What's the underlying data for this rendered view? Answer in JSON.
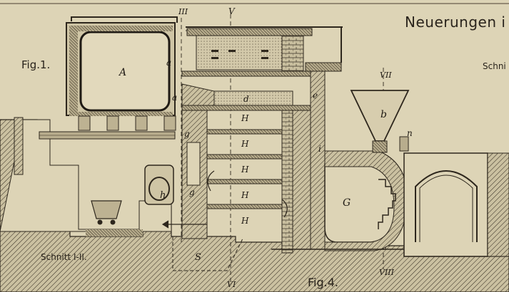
{
  "document": {
    "heading": "Neuerungen i",
    "figure_left": "Fig.1.",
    "figure_bottom": "Fig.4.",
    "section_left": "Schnitt I-II.",
    "section_right": "Schni"
  },
  "markers": {
    "iii": "III",
    "v": "V",
    "vi": "VI",
    "vii": "VII",
    "viii": "VIII"
  },
  "parts": {
    "A": "A",
    "a_upper": "a",
    "a_lower": "a",
    "d": "d",
    "e": "e",
    "b": "b",
    "i": "i",
    "n": "n",
    "G": "G",
    "g_upper": "g",
    "g_lower": "g",
    "h": "h",
    "S": "S",
    "H1": "H",
    "H2": "H",
    "H3": "H",
    "H4": "H",
    "H5": "H"
  },
  "colors": {
    "paper": "#ddd4b6",
    "ink": "#2a241c",
    "masonry": "#a39879",
    "ground": "#b6ab8a"
  }
}
